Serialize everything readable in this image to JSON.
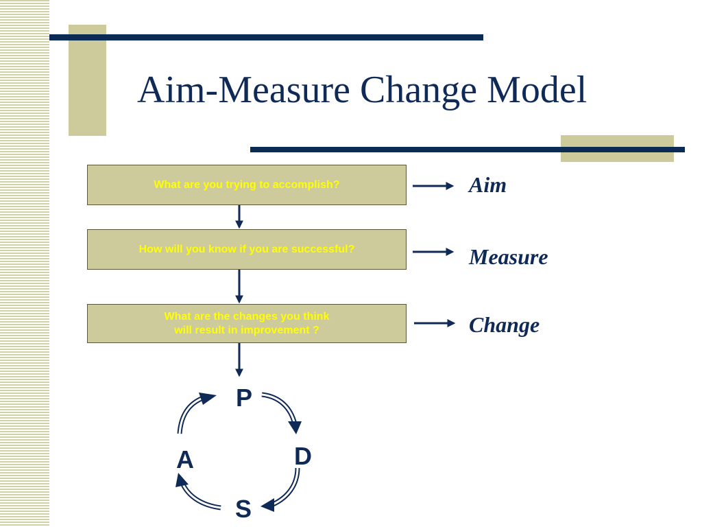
{
  "title": "Aim-Measure Change Model",
  "steps": [
    {
      "question_lines": [
        "What are you trying to accomplish?"
      ],
      "label": "Aim"
    },
    {
      "question_lines": [
        "How will you know if you are successful?"
      ],
      "label": "Measure"
    },
    {
      "question_lines": [
        "What are the changes you think",
        "will result in improvement ?"
      ],
      "label": "Change"
    }
  ],
  "cycle": {
    "p": "P",
    "d": "D",
    "s": "S",
    "a": "A"
  },
  "colors": {
    "navy": "#0f2a56",
    "khaki": "#cdca9b",
    "question_text": "#ffff00",
    "stripe": "#d3d0a6"
  }
}
